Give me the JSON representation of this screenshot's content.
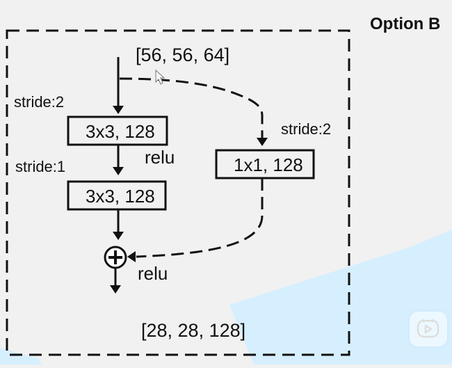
{
  "title": "Option B",
  "diagram": {
    "input_shape": "[56, 56, 64]",
    "output_shape": "[28, 28, 128]",
    "main_path": [
      {
        "stride_label": "stride:2",
        "box_label": "3x3, 128",
        "activation": "relu"
      },
      {
        "stride_label": "stride:1",
        "box_label": "3x3, 128"
      }
    ],
    "shortcut": {
      "stride_label": "stride:2",
      "box_label": "1x1, 128"
    },
    "add_symbol": "⊕",
    "output_activation": "relu"
  },
  "colors": {
    "background": "#f1f1f1",
    "accent_blue": "#d6efff",
    "stroke": "#111111"
  },
  "icons": {
    "cursor": "pointer-cursor-icon",
    "player_badge": "play-icon"
  }
}
